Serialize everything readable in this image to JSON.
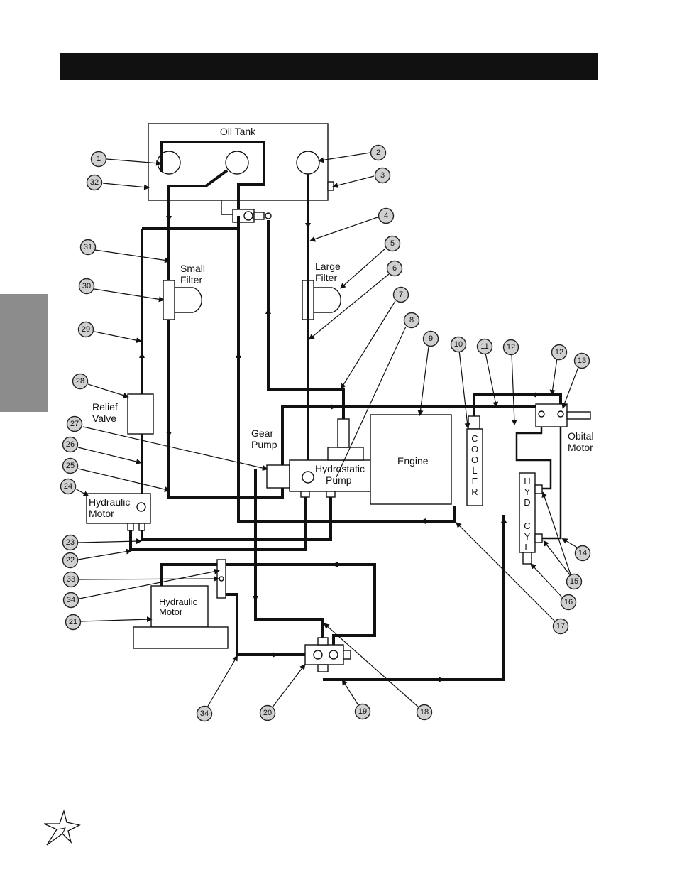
{
  "components": {
    "oil_tank": "Oil Tank",
    "small_filter": [
      "Small",
      "Filter"
    ],
    "large_filter": [
      "Large",
      "Filter"
    ],
    "relief_valve": [
      "Relief",
      "Valve"
    ],
    "gear_pump": [
      "Gear",
      "Pump"
    ],
    "hydrostatic_pump": [
      "Hydrostatic",
      "Pump"
    ],
    "engine": "Engine",
    "cooler": [
      "C",
      "O",
      "O",
      "L",
      "E",
      "R"
    ],
    "obital_motor": [
      "Obital",
      "Motor"
    ],
    "hyd_cyl": [
      "H",
      "Y",
      "D",
      "C",
      "Y",
      "L"
    ],
    "hydraulic_motor_left": [
      "Hydraulic",
      "Motor"
    ],
    "hydraulic_motor_bottom": [
      "Hydraulic",
      "Motor"
    ]
  },
  "callouts": [
    "1",
    "2",
    "3",
    "4",
    "5",
    "6",
    "7",
    "8",
    "9",
    "10",
    "11",
    "12",
    "12",
    "13",
    "14",
    "15",
    "16",
    "17",
    "18",
    "19",
    "20",
    "21",
    "22",
    "23",
    "24",
    "25",
    "26",
    "27",
    "28",
    "29",
    "30",
    "31",
    "32",
    "33",
    "34",
    "34"
  ]
}
